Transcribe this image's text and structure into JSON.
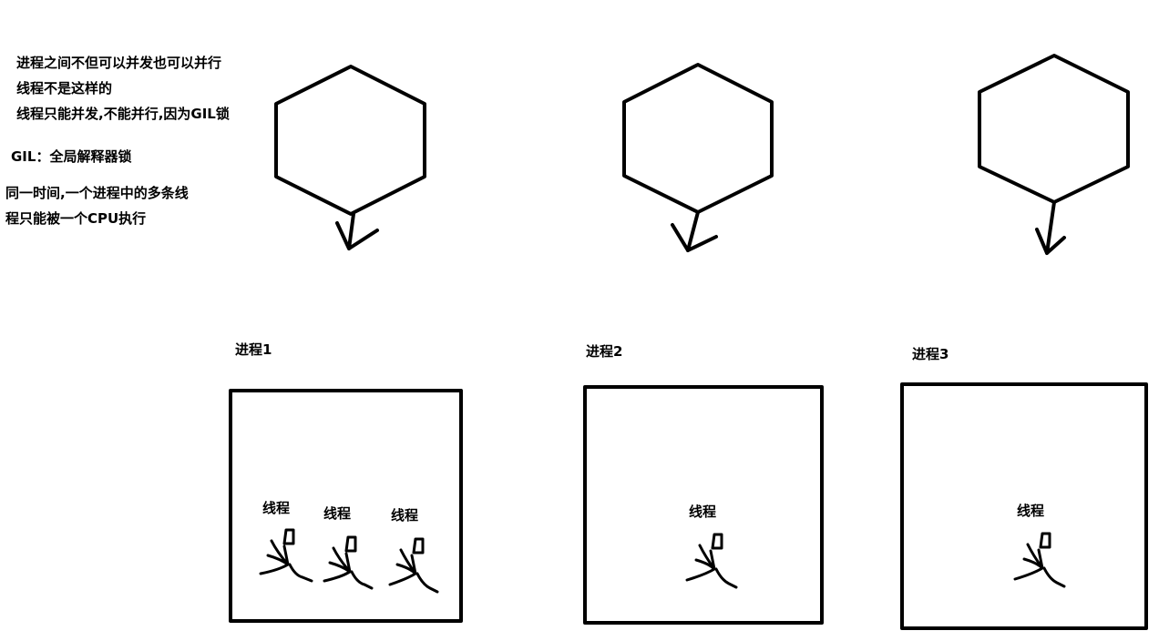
{
  "notes": {
    "line1": "进程之间不但可以并发也可以并行",
    "line2": "线程不是这样的",
    "line3": "线程只能并发,不能并行,因为GIL锁",
    "line4": "GIL：全局解释器锁",
    "line5": "同一时间,一个进程中的多条线",
    "line6": "程只能被一个CPU执行"
  },
  "processes": [
    {
      "label": "进程1",
      "threads": [
        "线程",
        "线程",
        "线程"
      ]
    },
    {
      "label": "进程2",
      "threads": [
        "线程"
      ]
    },
    {
      "label": "进程3",
      "threads": [
        "线程"
      ]
    }
  ],
  "colors": {
    "stroke": "#000000",
    "background": "#ffffff"
  },
  "icons": [
    "hexagon-cpu-icon",
    "down-arrow-icon",
    "thread-stick-figure-icon"
  ]
}
